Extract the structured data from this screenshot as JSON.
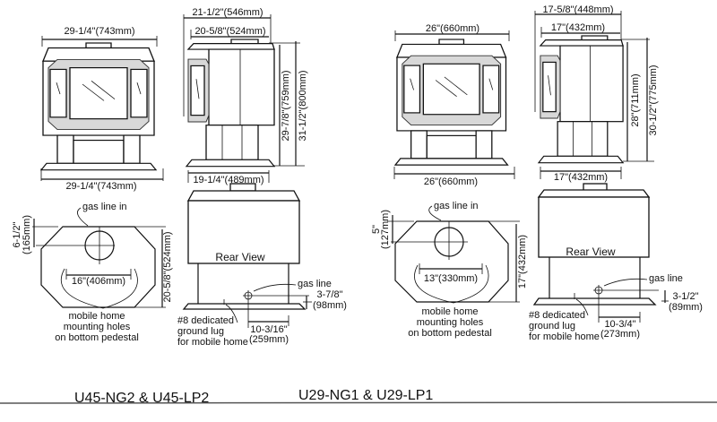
{
  "models": [
    {
      "name": "U45-NG2 & U45-LP2",
      "front_view": {
        "top_width": "29-1/4\"(743mm)",
        "base_width": "29-1/4\"(743mm)"
      },
      "side_view": {
        "overall_depth": "21-1/2\"(546mm)",
        "body_depth": "20-5/8\"(524mm)",
        "height_to_top": "29-7/8\"(759mm)",
        "overall_height": "31-1/2\"(800mm)",
        "base_depth": "19-1/4\"(489mm)"
      },
      "bottom_view": {
        "label_gas_line_in": "gas line in",
        "gas_offset_in": "6-1/2\"",
        "gas_offset_mm": "(165mm)",
        "hole_spacing": "16\"(406mm)",
        "pedestal_depth": "20-5/8\"(524mm)",
        "note_line1": "mobile home",
        "note_line2": "mounting holes",
        "note_line3": "on bottom pedestal"
      },
      "rear_view": {
        "title": "Rear View",
        "label_gas_line": "gas line",
        "gas_height_in": "3-7/8\"",
        "gas_height_mm": "(98mm)",
        "gas_side_in": "10-3/16\"",
        "gas_side_mm": "(259mm)",
        "lug_line1": "#8 dedicated",
        "lug_line2": "ground lug",
        "lug_line3": "for mobile home"
      }
    },
    {
      "name": "U29-NG1 & U29-LP1",
      "front_view": {
        "top_width": "26\"(660mm)",
        "base_width": "26\"(660mm)"
      },
      "side_view": {
        "overall_depth": "17-5/8\"(448mm)",
        "body_depth": "17\"(432mm)",
        "height_to_top": "28\"(711mm)",
        "overall_height": "30-1/2\"(775mm)",
        "base_depth": "17\"(432mm)"
      },
      "bottom_view": {
        "label_gas_line_in": "gas line in",
        "gas_offset_in": "5\"",
        "gas_offset_mm": "(127mm)",
        "hole_spacing": "13\"(330mm)",
        "pedestal_depth": "17\"(432mm)",
        "note_line1": "mobile home",
        "note_line2": "mounting holes",
        "note_line3": "on bottom pedestal"
      },
      "rear_view": {
        "title": "Rear View",
        "label_gas_line": "gas line",
        "gas_height_in": "3-1/2\"",
        "gas_height_mm": "(89mm)",
        "gas_side_in": "10-3/4\"",
        "gas_side_mm": "(273mm)",
        "lug_line1": "#8 dedicated",
        "lug_line2": "ground lug",
        "lug_line3": "for mobile home"
      }
    }
  ]
}
